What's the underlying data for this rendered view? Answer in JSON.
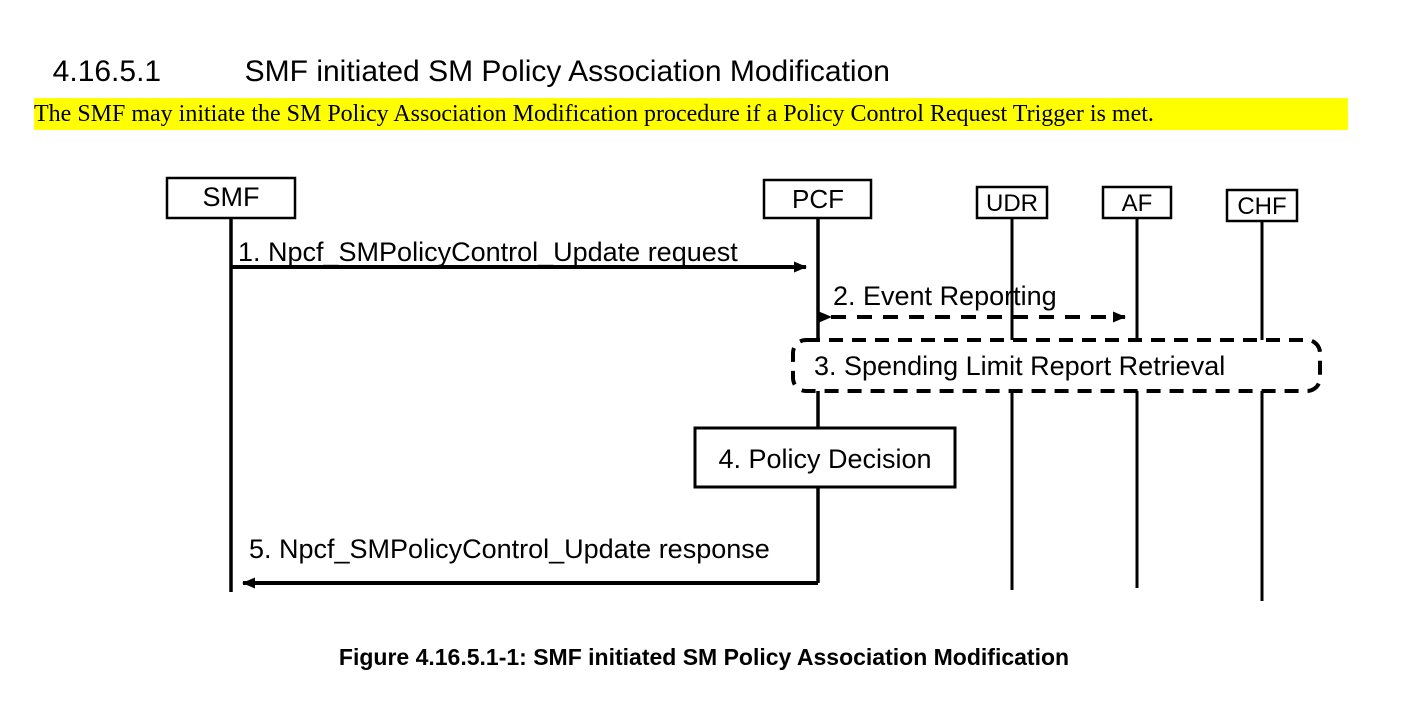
{
  "heading": {
    "number": "4.16.5.1",
    "title": "SMF initiated SM Policy Association Modification"
  },
  "intro": {
    "text": "The SMF may initiate the SM Policy Association Modification procedure if a Policy Control Request Trigger is met.",
    "highlight_color": "#ffff00"
  },
  "figure": {
    "caption": "Figure 4.16.5.1-1: SMF initiated SM Policy Association Modification"
  },
  "diagram": {
    "type": "sequence-diagram",
    "line_color": "#000000",
    "fill_color": "#ffffff",
    "actors": [
      {
        "id": "smf",
        "label": "SMF"
      },
      {
        "id": "pcf",
        "label": "PCF"
      },
      {
        "id": "udr",
        "label": "UDR"
      },
      {
        "id": "af",
        "label": "AF"
      },
      {
        "id": "chf",
        "label": "CHF"
      }
    ],
    "messages": [
      {
        "id": "step1",
        "label": "1. Npcf_SMPolicyControl_Update request",
        "from": "smf",
        "to": "pcf",
        "style": "solid",
        "direction": "right"
      },
      {
        "id": "step2",
        "label": "2. Event Reporting",
        "from": "pcf",
        "to": "af",
        "style": "dashed",
        "direction": "both"
      },
      {
        "id": "step5",
        "label": "5. Npcf_SMPolicyControl_Update response",
        "from": "pcf",
        "to": "smf",
        "style": "solid",
        "direction": "left"
      }
    ],
    "blocks": [
      {
        "id": "step3",
        "label": "3. Spending Limit Report Retrieval",
        "style": "dashed-rounded",
        "spans": [
          "pcf",
          "udr",
          "af",
          "chf"
        ]
      },
      {
        "id": "step4",
        "label": "4. Policy Decision",
        "style": "solid-rect",
        "spans": [
          "pcf"
        ]
      }
    ]
  }
}
